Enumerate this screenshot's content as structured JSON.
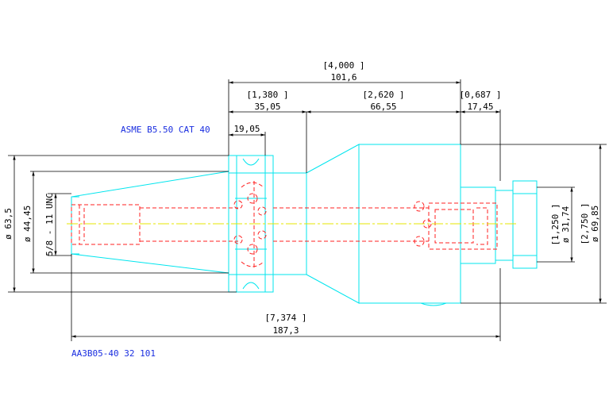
{
  "labels": {
    "standard": "ASME B5.50 CAT 40",
    "part_number": "AA3B05-40 32 101"
  },
  "dimensions": {
    "overall_top_in": "[4,000 ]",
    "overall_top_mm": "101,6",
    "taper_len_in": "[1,380 ]",
    "taper_len_mm": "35,05",
    "body_len_in": "[2,620 ]",
    "body_len_mm": "66,55",
    "nose_len_in": "[0,687 ]",
    "nose_len_mm": "17,45",
    "flange_offset_mm": "19,05",
    "total_len_in": "[7,374 ]",
    "total_len_mm": "187,3",
    "dia_outer_left": "ø 63,5",
    "dia_inner_left": "ø 44,45",
    "thread": "5/8 - 11 UNC",
    "bore_in": "[1,250 ]",
    "bore_mm": "ø 31,74",
    "body_dia_in": "[2,750 ]",
    "body_dia_mm": "ø 69,85"
  },
  "colors": {
    "part_outline": "#00e5ee",
    "hidden_lines": "#ff2020",
    "centerline": "#e6e600",
    "dimension": "#000000",
    "annotation": "#1a2ee0"
  }
}
